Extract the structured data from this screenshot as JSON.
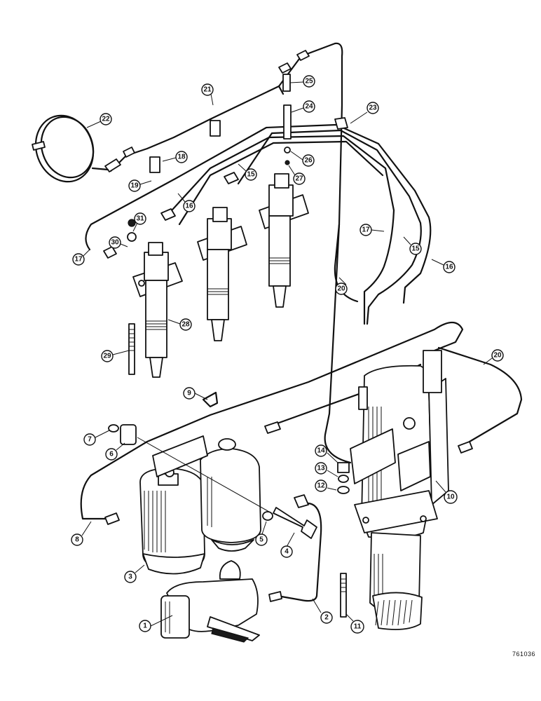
{
  "callouts": [
    "1",
    "2",
    "3",
    "4",
    "5",
    "6",
    "7",
    "8",
    "9",
    "10",
    "11",
    "12",
    "13",
    "14",
    "15",
    "15",
    "16",
    "16",
    "17",
    "17",
    "18",
    "19",
    "20",
    "20",
    "21",
    "22",
    "23",
    "24",
    "25",
    "26",
    "27",
    "28",
    "29",
    "30",
    "31"
  ],
  "figure_number": "761036"
}
